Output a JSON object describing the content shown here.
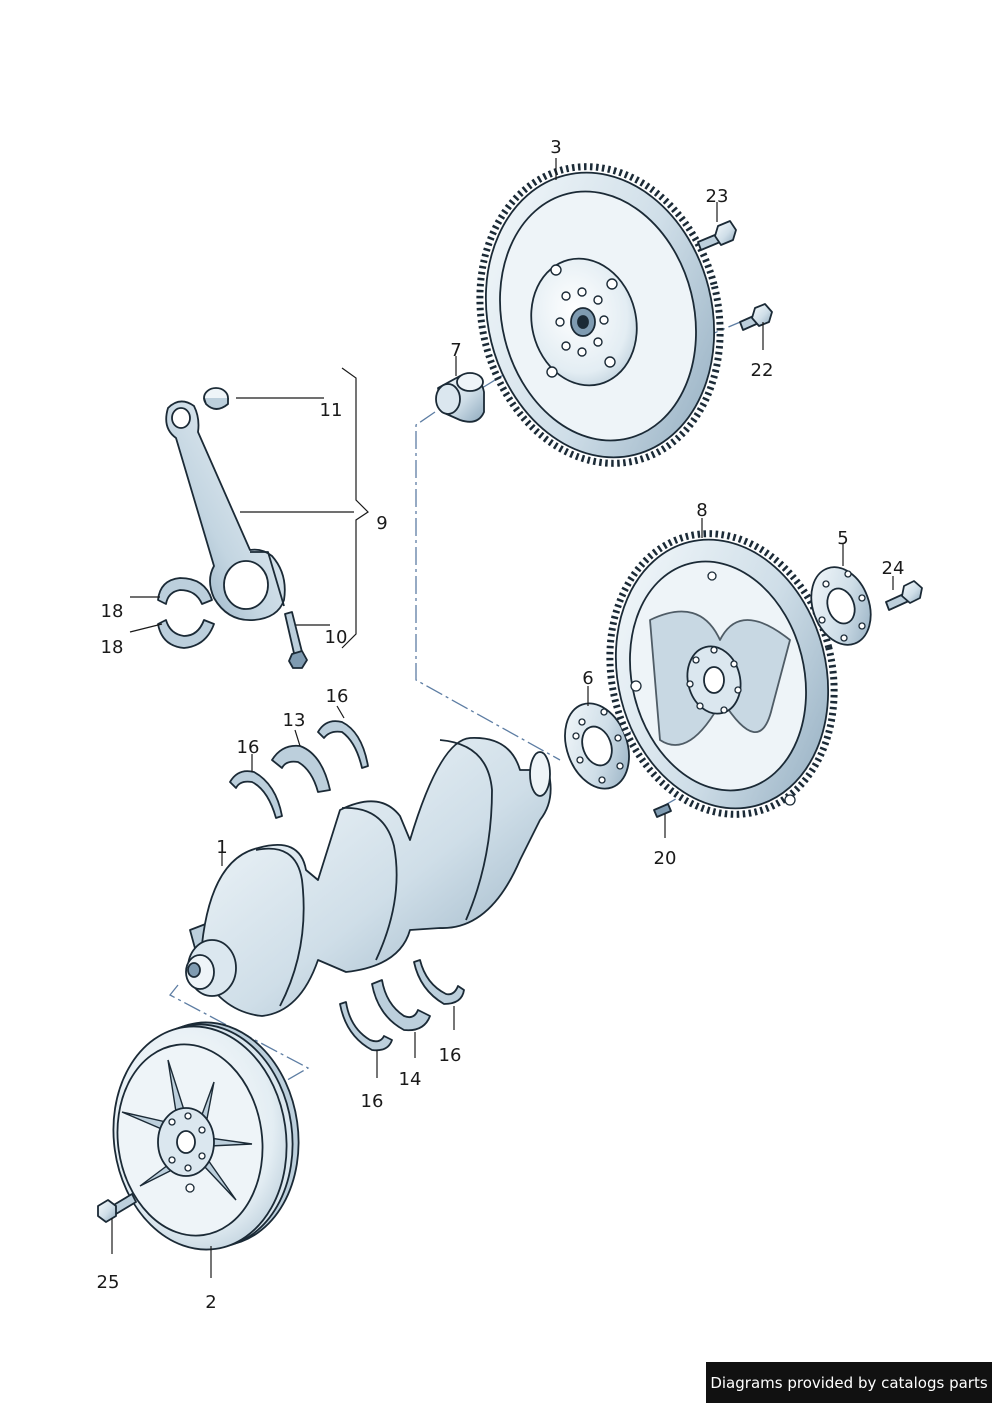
{
  "diagram": {
    "callouts": {
      "c1": "1",
      "c2": "2",
      "c3": "3",
      "c5": "5",
      "c6": "6",
      "c7": "7",
      "c8": "8",
      "c9": "9",
      "c10": "10",
      "c11": "11",
      "c13": "13",
      "c14": "14",
      "c16a": "16",
      "c16b": "16",
      "c16c": "16",
      "c16d": "16",
      "c18a": "18",
      "c18b": "18",
      "c20": "20",
      "c22": "22",
      "c23": "23",
      "c24": "24",
      "c25": "25"
    },
    "colors": {
      "outline": "#1b2a36",
      "fill_light": "#eef4f8",
      "fill_mid": "#bccfdc",
      "fill_dark": "#7f9bb1",
      "axis": "#5d7da3"
    }
  },
  "footer": {
    "credit": "Diagrams provided by catalogs parts"
  }
}
